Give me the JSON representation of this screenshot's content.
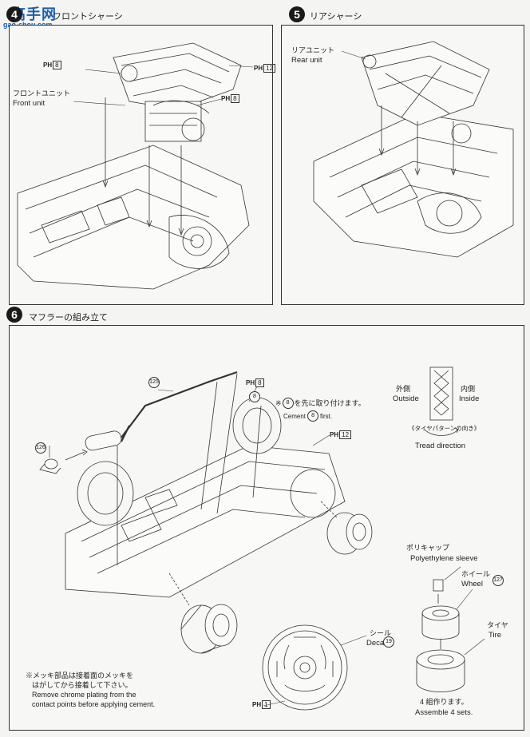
{
  "watermark": {
    "brand": "高手网",
    "url": "gao-shou.com"
  },
  "step4": {
    "number": "4",
    "title": "フロントシャーシ",
    "front_unit_jp": "フロントユニット",
    "front_unit_en": "Front unit",
    "parts": [
      {
        "prefix": "PH",
        "num": "8"
      },
      {
        "prefix": "PH",
        "num": "12"
      },
      {
        "prefix": "PH",
        "num": "8"
      }
    ]
  },
  "step5": {
    "number": "5",
    "title": "リアシャーシ",
    "rear_unit_jp": "リアユニット",
    "rear_unit_en": "Rear unit"
  },
  "step6": {
    "number": "6",
    "title": "マフラーの組み立て",
    "part125": "125",
    "part126": "126",
    "part8": "8",
    "part127": "127",
    "part19": "19",
    "ph8": {
      "prefix": "PH",
      "num": "8"
    },
    "ph12": {
      "prefix": "PH",
      "num": "12"
    },
    "ph1": {
      "prefix": "PH",
      "num": "1"
    },
    "cement_jp_pre": "※",
    "cement_jp_post": "を先に取り付けます。",
    "cement_en_pre": "Cement",
    "cement_en_post": "first.",
    "outside_jp": "外側",
    "outside_en": "Outside",
    "inside_jp": "内側",
    "inside_en": "Inside",
    "tread_jp": "《タイヤパターンの向き》",
    "tread_en": "Tread direction",
    "poly_jp": "ポリキャップ",
    "poly_en": "Polyethylene sleeve",
    "wheel_jp": "ホイール",
    "wheel_en": "Wheel",
    "tire_jp": "タイヤ",
    "tire_en": "Tire",
    "seal_jp": "シール",
    "seal_en": "Decal",
    "assemble_jp": "4 組作ります。",
    "assemble_en": "Assemble 4 sets.",
    "chrome_note_jp1": "※メッキ部品は接着面のメッキを",
    "chrome_note_jp2": "はがしてから接着して下さい。",
    "chrome_note_en1": "Remove chrome plating from the",
    "chrome_note_en2": "contact points before applying cement."
  }
}
